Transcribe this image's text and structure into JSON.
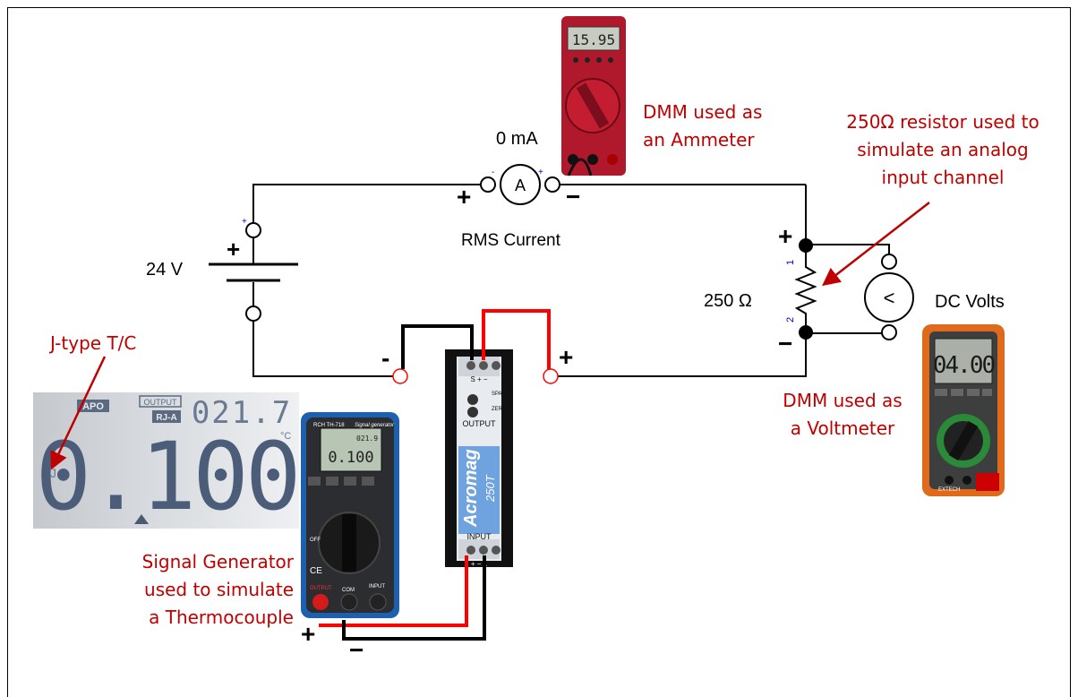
{
  "circuit": {
    "ammeter_reading": "0 mA",
    "ammeter_name": "RMS Current",
    "battery_voltage": "24 V",
    "resistor_value": "250 Ω",
    "voltmeter_name": "DC Volts",
    "ammeter_symbol": "A",
    "voltmeter_symbol": "<",
    "resistor_pin1": "1",
    "resistor_pin2": "2"
  },
  "annotations": {
    "dmm_ammeter": "DMM used as\nan Ammeter",
    "resistor_note": "250Ω resistor used to\nsimulate an analog\ninput channel",
    "dmm_voltmeter": "DMM used as\na Voltmeter",
    "jtype": "J-type T/C",
    "signal_gen": "Signal Generator\nused to simulate\na Thermocouple"
  },
  "lcd": {
    "apo": "APO",
    "output": "OUTPUT",
    "rja": "RJ-A",
    "small_reading": "021.7",
    "big_reading": "0.100",
    "unit": "°C",
    "type_letter": "J"
  },
  "ammeter_photo": {
    "reading": "15.95"
  },
  "voltmeter_photo": {
    "reading": "04.00",
    "brand": "EXTECH"
  },
  "signal_generator_photo": {
    "brand": "RCH TH-718",
    "subtitle": "Signal generator",
    "reading": "0.100",
    "small": "021.9",
    "output": "OUTPUT",
    "com": "COM",
    "input": "INPUT",
    "off": "OFF",
    "ce": "CE"
  },
  "transmitter": {
    "brand": "Acromag",
    "model": "250T",
    "output_label": "OUTPUT",
    "input_label": "INPUT",
    "span": "SPAN",
    "zero": "ZERO",
    "top_terminals": "S  +  −",
    "bottom_terminals": "+  −  L"
  },
  "signs": {
    "ammeter_plus": "+",
    "ammeter_minus": "−",
    "resistor_plus": "+",
    "resistor_minus": "−",
    "left_minus": "-",
    "right_plus": "+",
    "gen_plus": "+",
    "gen_minus": "−"
  },
  "colors": {
    "annotation": "#c00000",
    "red_wire": "#ff0000",
    "black_wire": "#000000"
  }
}
